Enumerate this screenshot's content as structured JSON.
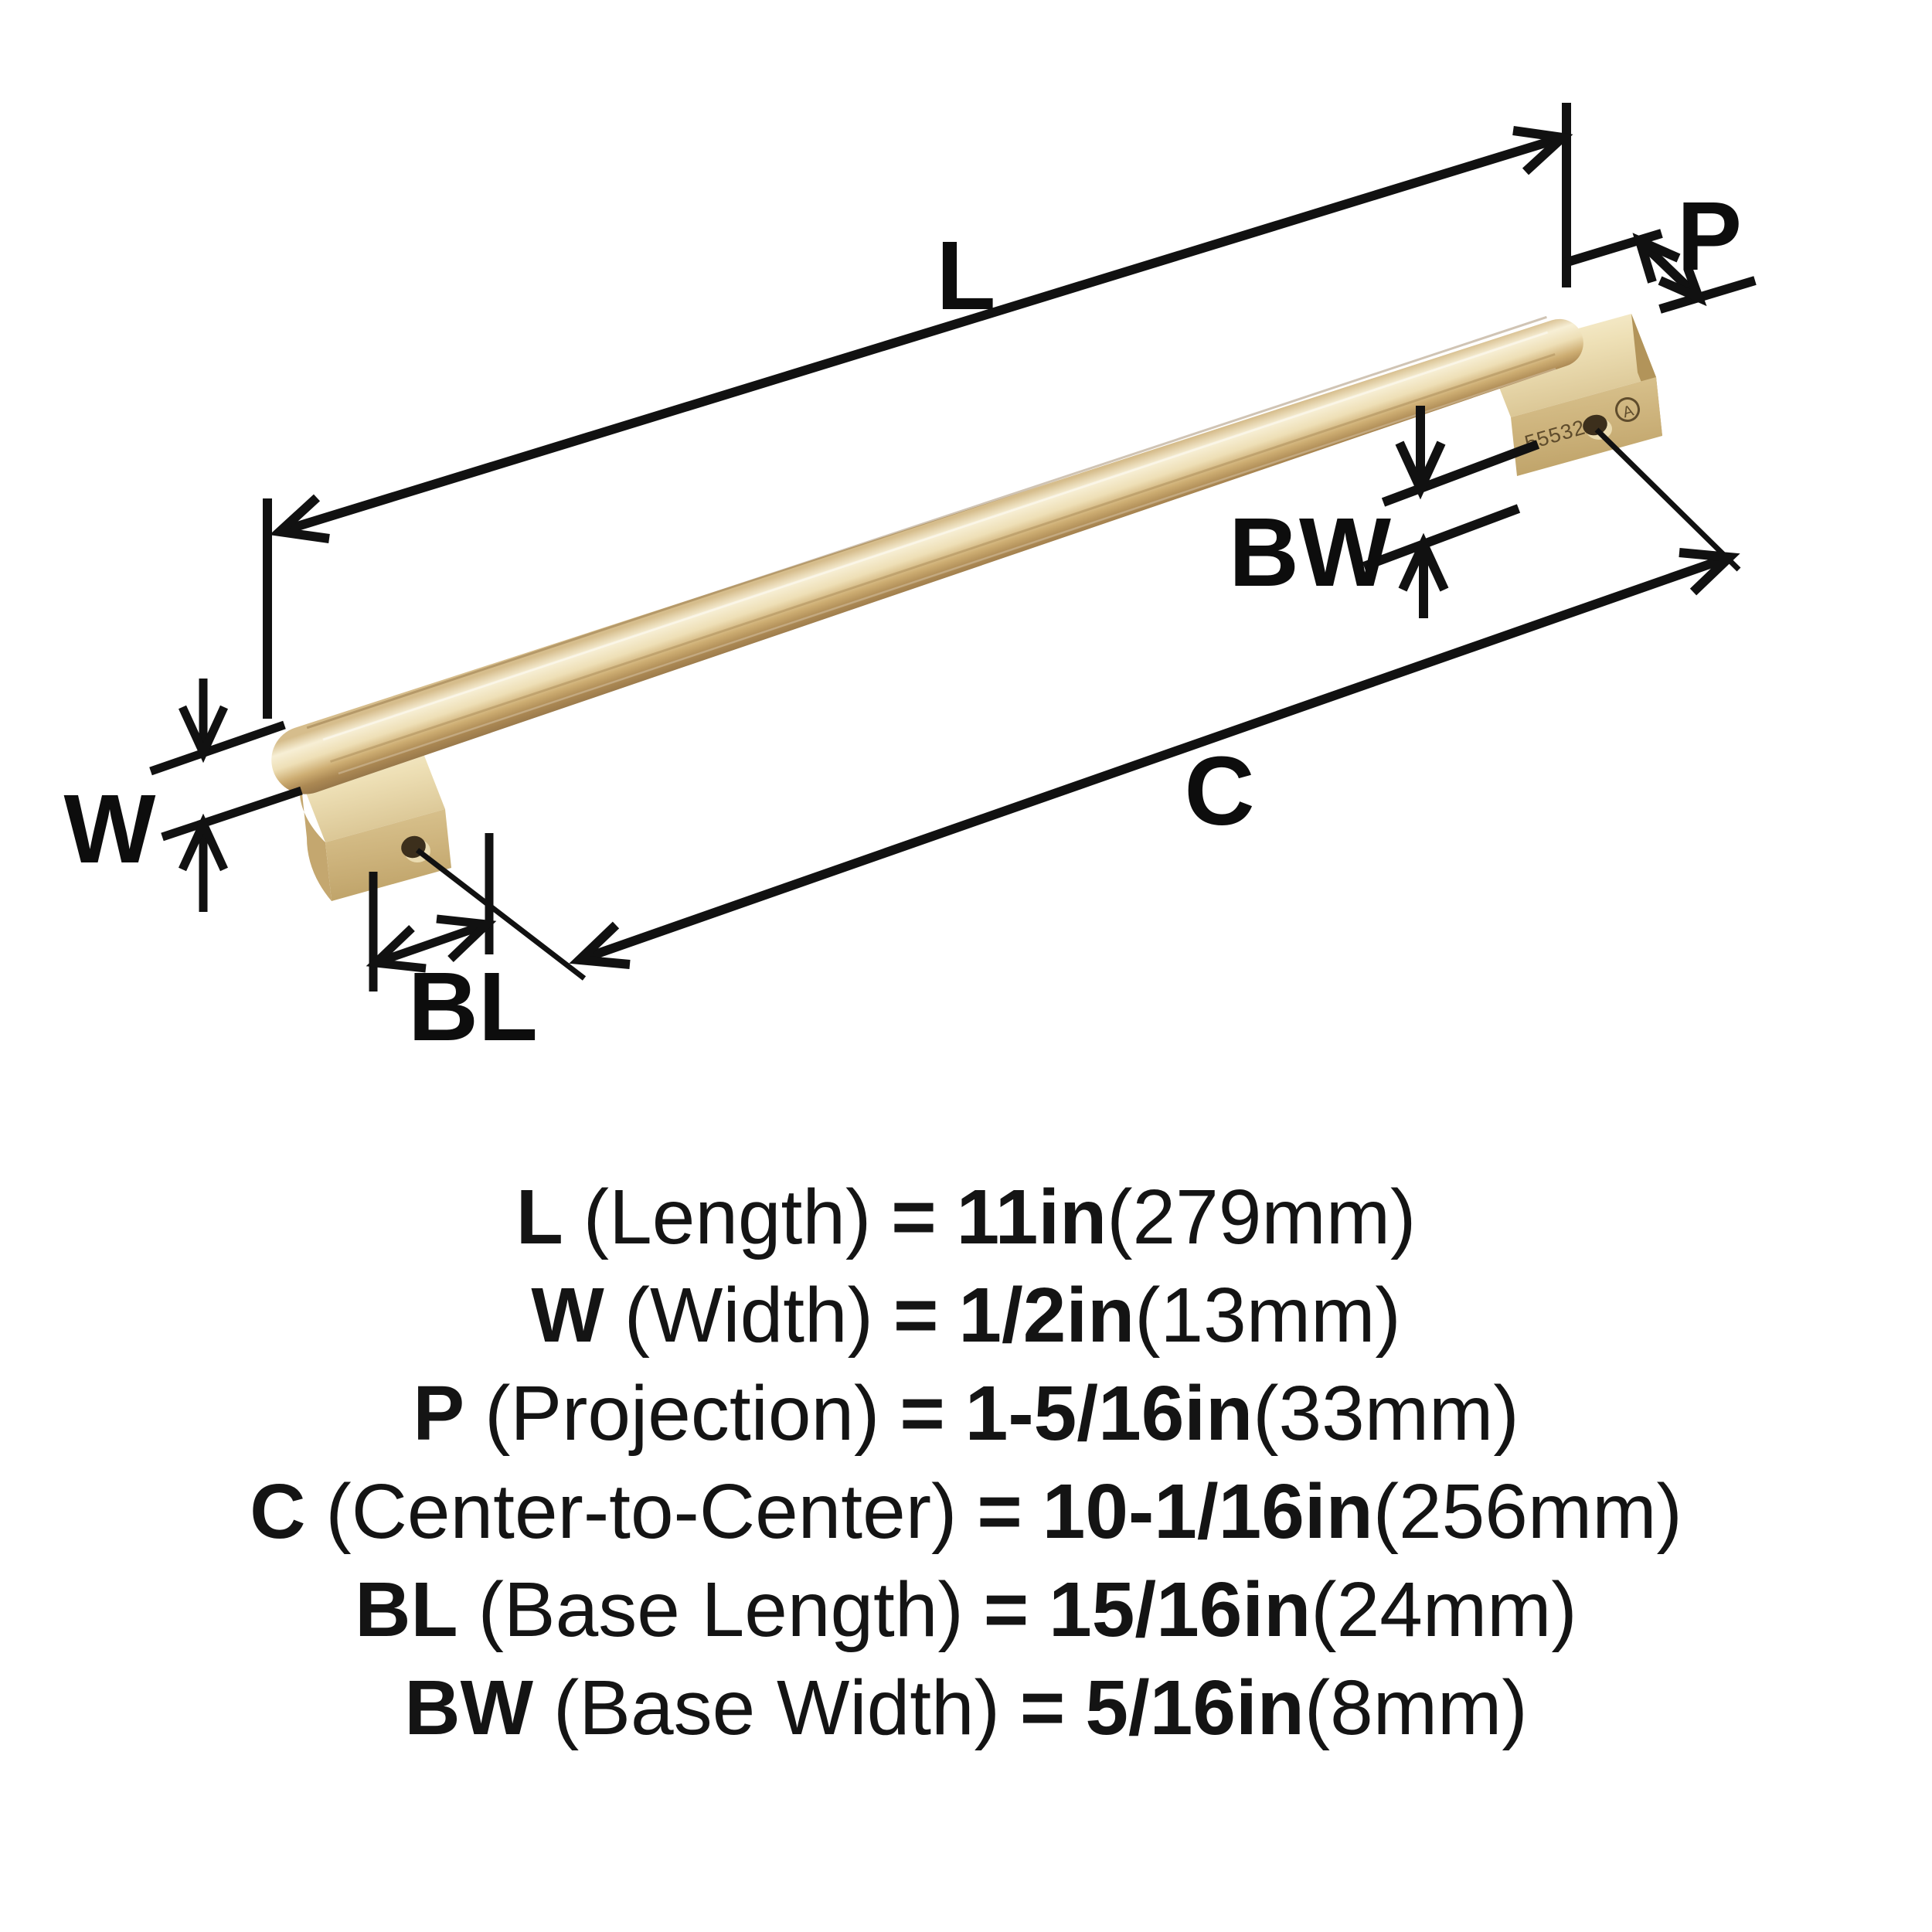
{
  "diagram": {
    "dim_labels": {
      "length": "L",
      "projection": "P",
      "base_width": "BW",
      "width": "W",
      "center_to_center": "C",
      "base_length": "BL"
    },
    "part_markings": {
      "model_number": "55532",
      "brand_mark": "A"
    }
  },
  "colors": {
    "background": "#ffffff",
    "line": "#111111",
    "text": "#141414",
    "gold_highlight": "#f7efd5",
    "gold_mid": "#d6bd8c",
    "gold_shadow": "#97774a",
    "gold_face_light": "#faf3da",
    "gold_face_dark": "#bfa369",
    "engraving": "#5f4c2c"
  },
  "specs": {
    "rows": [
      {
        "sym": "L",
        "name": "(Length)",
        "eq": "=",
        "value": "11in",
        "metric": "(279mm)"
      },
      {
        "sym": "W",
        "name": "(Width)",
        "eq": "=",
        "value": "1/2in",
        "metric": "(13mm)"
      },
      {
        "sym": "P",
        "name": "(Projection)",
        "eq": "=",
        "value": "1-5/16in",
        "metric": "(33mm)"
      },
      {
        "sym": "C",
        "name": "(Center-to-Center)",
        "eq": "=",
        "value": "10-1/16in",
        "metric": "(256mm)"
      },
      {
        "sym": "BL",
        "name": "(Base Length)",
        "eq": "=",
        "value": "15/16in",
        "metric": "(24mm)"
      },
      {
        "sym": "BW",
        "name": "(Base Width)",
        "eq": "=",
        "value": "5/16in",
        "metric": "(8mm)"
      }
    ]
  }
}
